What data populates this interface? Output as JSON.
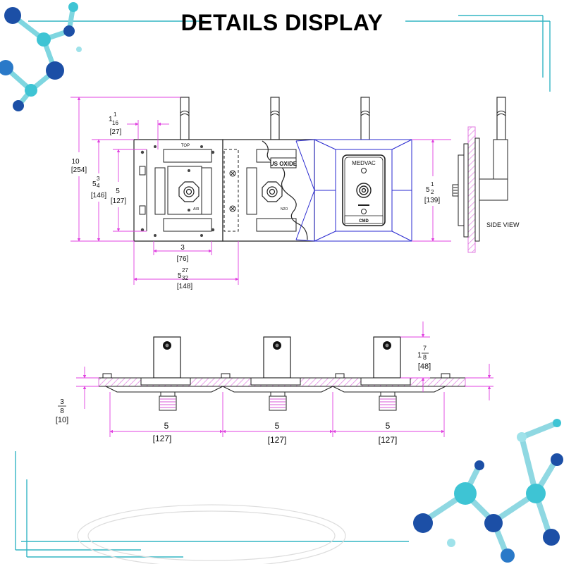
{
  "title": "DETAILS DISPLAY",
  "colors": {
    "dimension_line": "#e040e0",
    "drawing_line": "#222222",
    "frame_line": "#33b5c4",
    "cover_line": "#2a2ad0",
    "wall_hatch": "#e07ae0",
    "molecule_dark": "#1c4fa6",
    "molecule_light": "#3ec4d4"
  },
  "icons": [
    "molecule-decoration",
    "gas-outlet-valve-icon",
    "pipe-stub-icon"
  ],
  "front_view": {
    "overall_height": {
      "fraction": "10",
      "metric": "[254]"
    },
    "panel_height": {
      "whole": "5",
      "num": "3",
      "den": "4",
      "metric": "[146]"
    },
    "inner_height": {
      "fraction": "5",
      "metric": "[127]"
    },
    "top_offset": {
      "whole": "1",
      "num": "1",
      "den": "16",
      "metric": "[27]"
    },
    "inner_width": {
      "fraction": "3",
      "metric": "[76]"
    },
    "panel_width": {
      "whole": "5",
      "num": "27",
      "den": "32",
      "metric": "[148]"
    },
    "cover_height": {
      "whole": "5",
      "num": "1",
      "den": "2",
      "metric": "[139]"
    },
    "top_label": "TOP",
    "air_label": "AIR",
    "nitrous_label": "US OXIDE",
    "nitrous_small_label": "N2O",
    "medvac_label": "MEDVAC",
    "brand_label": "CMD",
    "side_view_label": "SIDE VIEW"
  },
  "bottom_view": {
    "spacing": [
      {
        "fraction": "5",
        "metric": "[127]"
      },
      {
        "fraction": "5",
        "metric": "[127]"
      },
      {
        "fraction": "5",
        "metric": "[127]"
      }
    ],
    "plate_thickness": {
      "num": "3",
      "den": "8",
      "metric": "[10]"
    },
    "stub_height": {
      "whole": "1",
      "num": "7",
      "den": "8",
      "metric": "[48]"
    }
  }
}
